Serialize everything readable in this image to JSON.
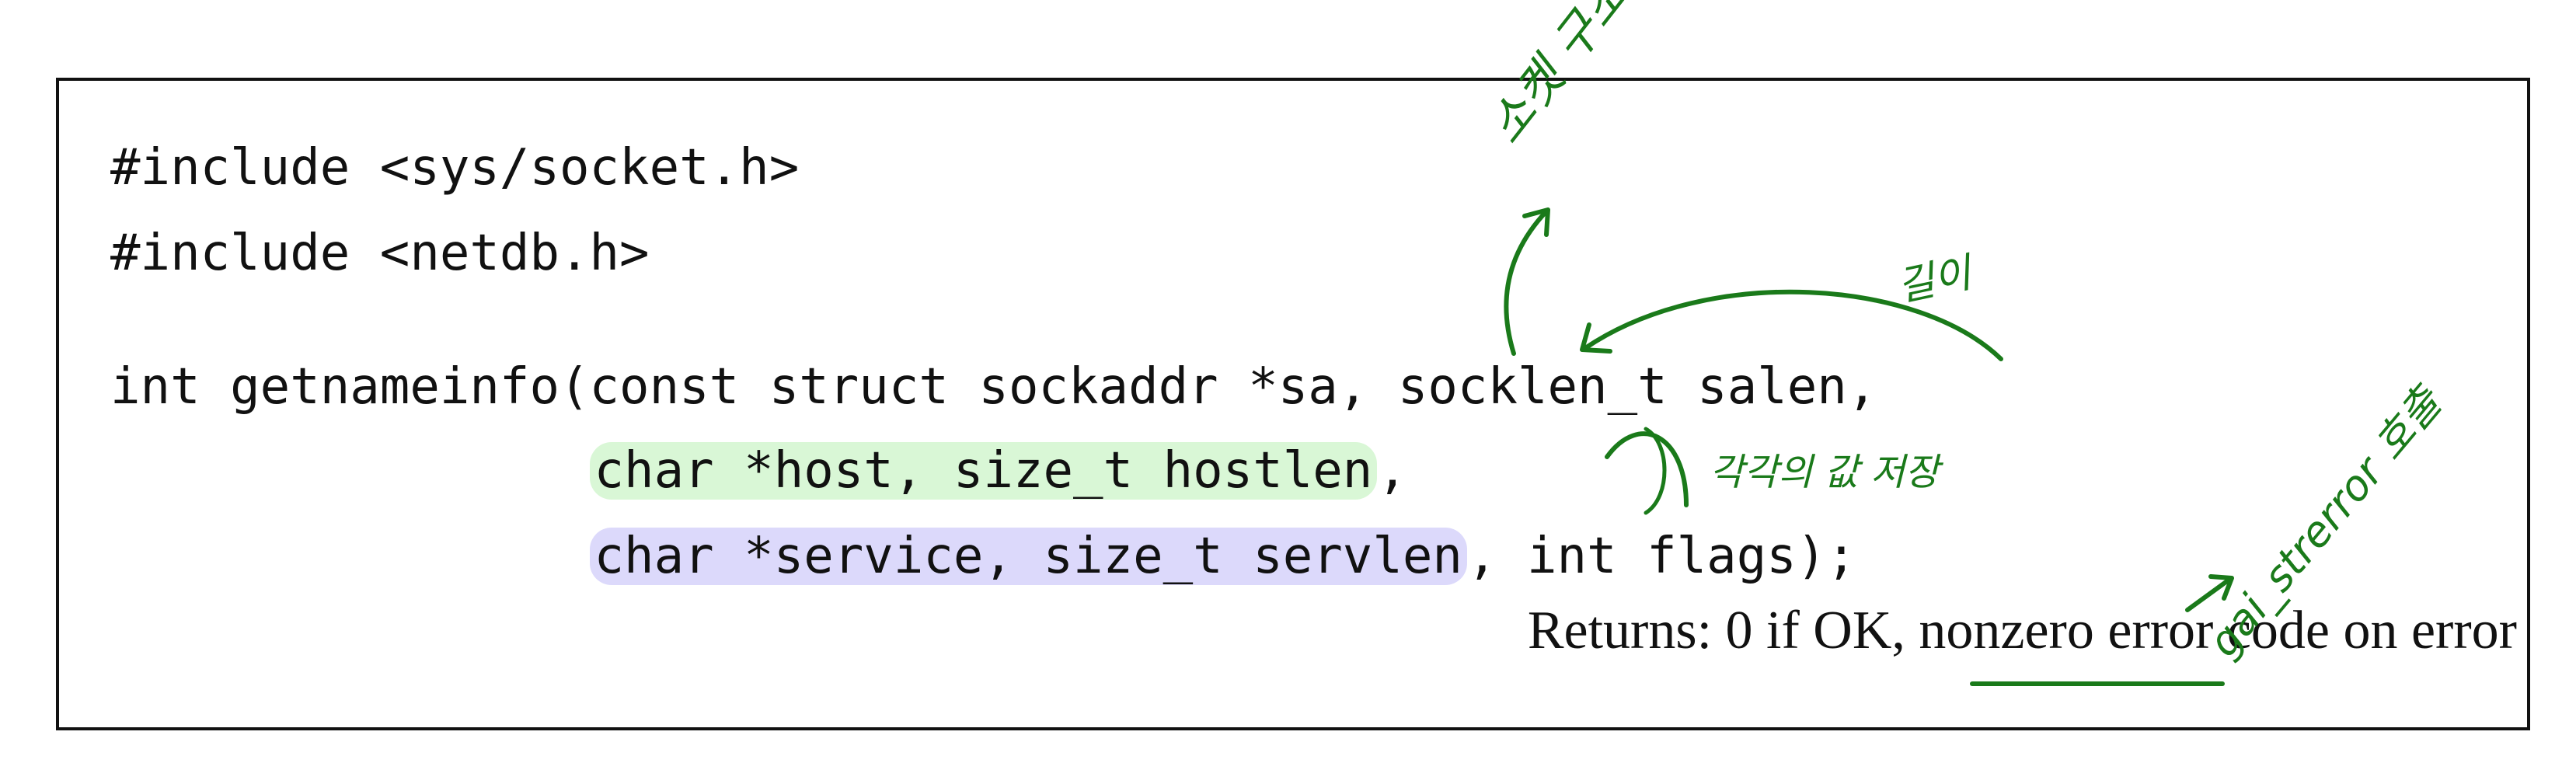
{
  "code": {
    "line1": "#include <sys/socket.h>",
    "line2": "#include <netdb.h>",
    "line3": "int getnameinfo(const struct sockaddr *sa, socklen_t salen,",
    "line4_indent": "                ",
    "line4_hl": "char *host, size_t hostlen",
    "line4_tail": ",",
    "line5_indent": "                ",
    "line5_hl": "char *service, size_t servlen",
    "line5_tail": ", int flags);"
  },
  "returns": {
    "prefix": "Returns: 0 if OK, nonzero ",
    "underlined": "error code",
    "suffix": " on error"
  },
  "annotations": {
    "socket_struct": "소켓 구조체",
    "length": "길이",
    "stores_values": "각각의 값 저장",
    "gai_strerror": "gai_strerror 호출"
  },
  "colors": {
    "ink_green": "#1a7a1a",
    "highlight_green": "#d9f7d6",
    "highlight_purple": "#dcd9fb"
  }
}
